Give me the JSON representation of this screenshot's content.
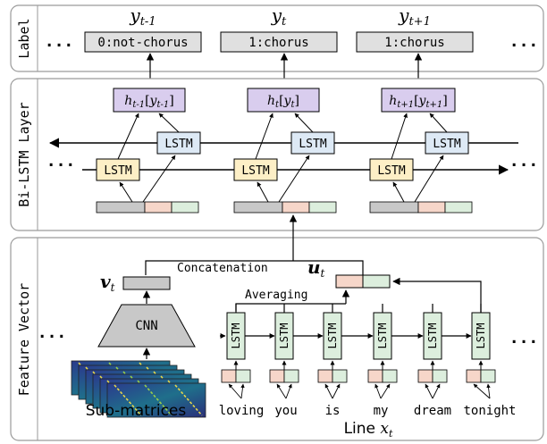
{
  "sections": {
    "label": "Label",
    "bilstm": "Bi-LSTM Layer",
    "feature": "Feature Vector"
  },
  "label_layer": {
    "y_labels": [
      {
        "base": "y",
        "sub": "t-1"
      },
      {
        "base": "y",
        "sub": "t"
      },
      {
        "base": "y",
        "sub": "t+1"
      }
    ],
    "boxes": [
      "0:not-chorus",
      "1:chorus",
      "1:chorus"
    ]
  },
  "hidden": [
    {
      "h": "h",
      "hsub": "t-1",
      "y": "y",
      "ysub": "t-1"
    },
    {
      "h": "h",
      "hsub": "t",
      "y": "y",
      "ysub": "t"
    },
    {
      "h": "h",
      "hsub": "t+1",
      "y": "y",
      "ysub": "t+1"
    }
  ],
  "lstm_label": "LSTM",
  "ellipsis": "...",
  "feature": {
    "v": {
      "base": "v",
      "sub": "t"
    },
    "u": {
      "base": "u",
      "sub": "t"
    },
    "concatenation": "Concatenation",
    "averaging": "Averaging",
    "cnn": "CNN",
    "submatrices": "Sub-matrices",
    "line": {
      "text": "Line",
      "base": "x",
      "sub": "t"
    },
    "words": [
      "loving",
      "you",
      "is",
      "my",
      "dream",
      "tonight"
    ]
  },
  "colors": {
    "label_box": "#e0e0e0",
    "hidden_box": "#d9cdee",
    "lstm_back": "#dde9f5",
    "lstm_fwd": "#fdefc6",
    "word_lstm": "#dceedd",
    "vec_gray": "#c8c8c8",
    "vec_pink": "#f6d6c9",
    "vec_green": "#dceedd",
    "section_border": "#9a9a9a"
  }
}
